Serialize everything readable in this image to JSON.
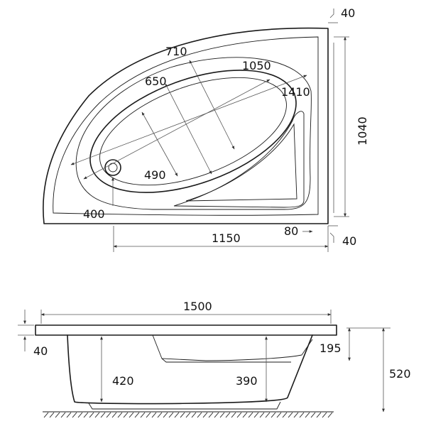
{
  "top_view": {
    "dimensions": {
      "inner_length_long": "710",
      "inner_width_short": "650",
      "axis_length": "1050",
      "diagonal_length": "1410",
      "depth_span": "490",
      "waste_offset": "400",
      "overall_length": "1150",
      "edge_offset": "80",
      "overall_width": "1040",
      "rim_top": "40",
      "rim_bottom": "40"
    }
  },
  "side_view": {
    "dimensions": {
      "overall_length": "1500",
      "rim_thickness": "40",
      "seat_height": "195",
      "inner_depth": "420",
      "seat_depth": "390",
      "overall_height": "520"
    }
  }
}
